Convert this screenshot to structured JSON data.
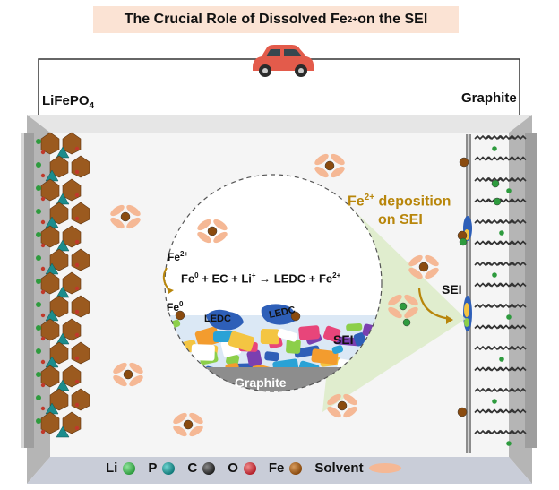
{
  "title": {
    "main": "The Crucial Role of Dissolved Fe",
    "sup": "2+",
    "rest": " on the SEI"
  },
  "cathode_label": {
    "main": "LiFePO",
    "sub": "4"
  },
  "anode_label": "Graphite",
  "deposition_label": {
    "line1_main": "Fe",
    "line1_sup": "2+",
    "line1_rest": " deposition",
    "line2": "on SEI"
  },
  "sei_label_right": "SEI",
  "inset": {
    "fe2_label": {
      "main": "Fe",
      "sup": "2+"
    },
    "fe0_label": {
      "main": "Fe",
      "sup": "0"
    },
    "reaction": {
      "p1": "Fe",
      "s1": "0",
      "p2": " + EC + Li",
      "s2": "+",
      "p3": " → LEDC + Fe",
      "s3": "2+"
    },
    "ledc_label": "LEDC",
    "sei_label": "SEI",
    "graphite_label": "Graphite"
  },
  "legend": [
    {
      "label": "Li",
      "color": "#2e9b3e"
    },
    {
      "label": "P",
      "color": "#127a7a"
    },
    {
      "label": "C",
      "color": "#222222"
    },
    {
      "label": "O",
      "color": "#b3212b"
    },
    {
      "label": "Fe",
      "color": "#8a4b0f"
    },
    {
      "label": "Solvent",
      "color": "#f5b895"
    }
  ],
  "colors": {
    "accent": "#b8860b",
    "fe": "#8a4b0f",
    "li": "#2e9b3e",
    "solvent": "#f5b895",
    "cathode": "#9b5a1f",
    "inset_bg": "#dcebc7"
  }
}
